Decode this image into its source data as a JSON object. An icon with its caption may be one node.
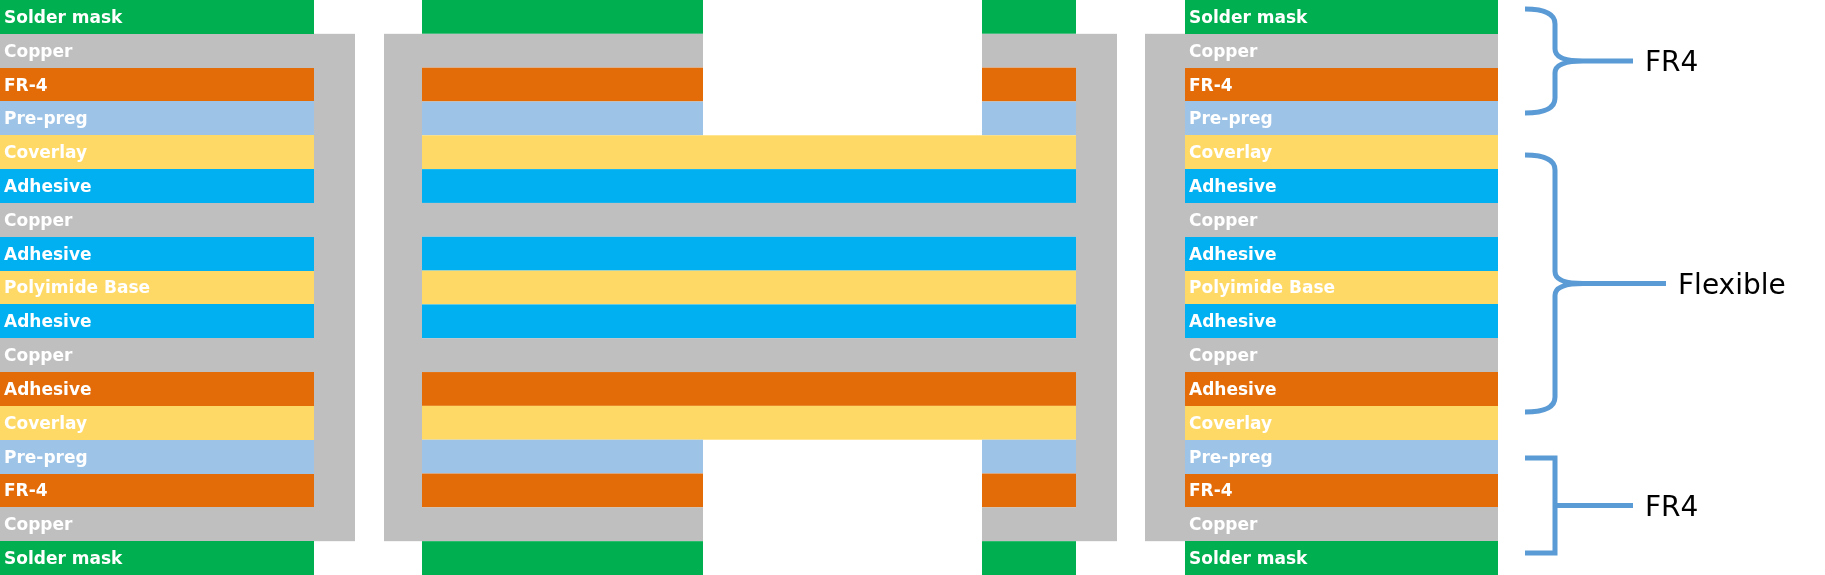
{
  "diagram": {
    "nodes": [
      {
        "text": [
          "Solder mask"
        ]
      },
      {
        "text": [
          "Copper"
        ]
      },
      {
        "text": [
          "FR-4"
        ]
      },
      {
        "text": [
          "Pre-preg"
        ]
      },
      {
        "text": [
          "Coverlay"
        ]
      },
      {
        "text": [
          "Adhesive"
        ]
      },
      {
        "text": [
          "Copper"
        ]
      },
      {
        "text": [
          "Adhesive"
        ]
      },
      {
        "text": [
          "Polyimide Base"
        ]
      },
      {
        "text": [
          "Adhesive"
        ]
      },
      {
        "text": [
          "Copper"
        ]
      },
      {
        "text": [
          "Adhesive"
        ]
      },
      {
        "text": [
          "Coverlay"
        ]
      },
      {
        "text": [
          "Pre-preg"
        ]
      },
      {
        "text": [
          "FR-4"
        ]
      },
      {
        "text": [
          "Copper"
        ]
      },
      {
        "text": [
          "Solder mask"
        ]
      },
      {
        "text": [
          "Solder mask"
        ]
      },
      {
        "text": [
          "Copper"
        ]
      },
      {
        "text": [
          "FR-4"
        ]
      },
      {
        "text": [
          "Pre-preg"
        ]
      },
      {
        "text": [
          "Coverlay"
        ]
      },
      {
        "text": [
          "Adhesive"
        ]
      },
      {
        "text": [
          "Copper"
        ]
      },
      {
        "text": [
          "Adhesive"
        ]
      },
      {
        "text": [
          "Polyimide Base"
        ]
      },
      {
        "text": [
          "Adhesive"
        ]
      },
      {
        "text": [
          "Copper"
        ]
      },
      {
        "text": [
          "Adhesive"
        ]
      },
      {
        "text": [
          "Coverlay"
        ]
      },
      {
        "text": [
          "Pre-preg"
        ]
      },
      {
        "text": [
          "FR-4"
        ]
      },
      {
        "text": [
          "Copper"
        ]
      },
      {
        "text": [
          "Solder mask"
        ]
      }
    ],
    "labels": [
      "FR4",
      "Flexible",
      "FR4"
    ]
  }
}
